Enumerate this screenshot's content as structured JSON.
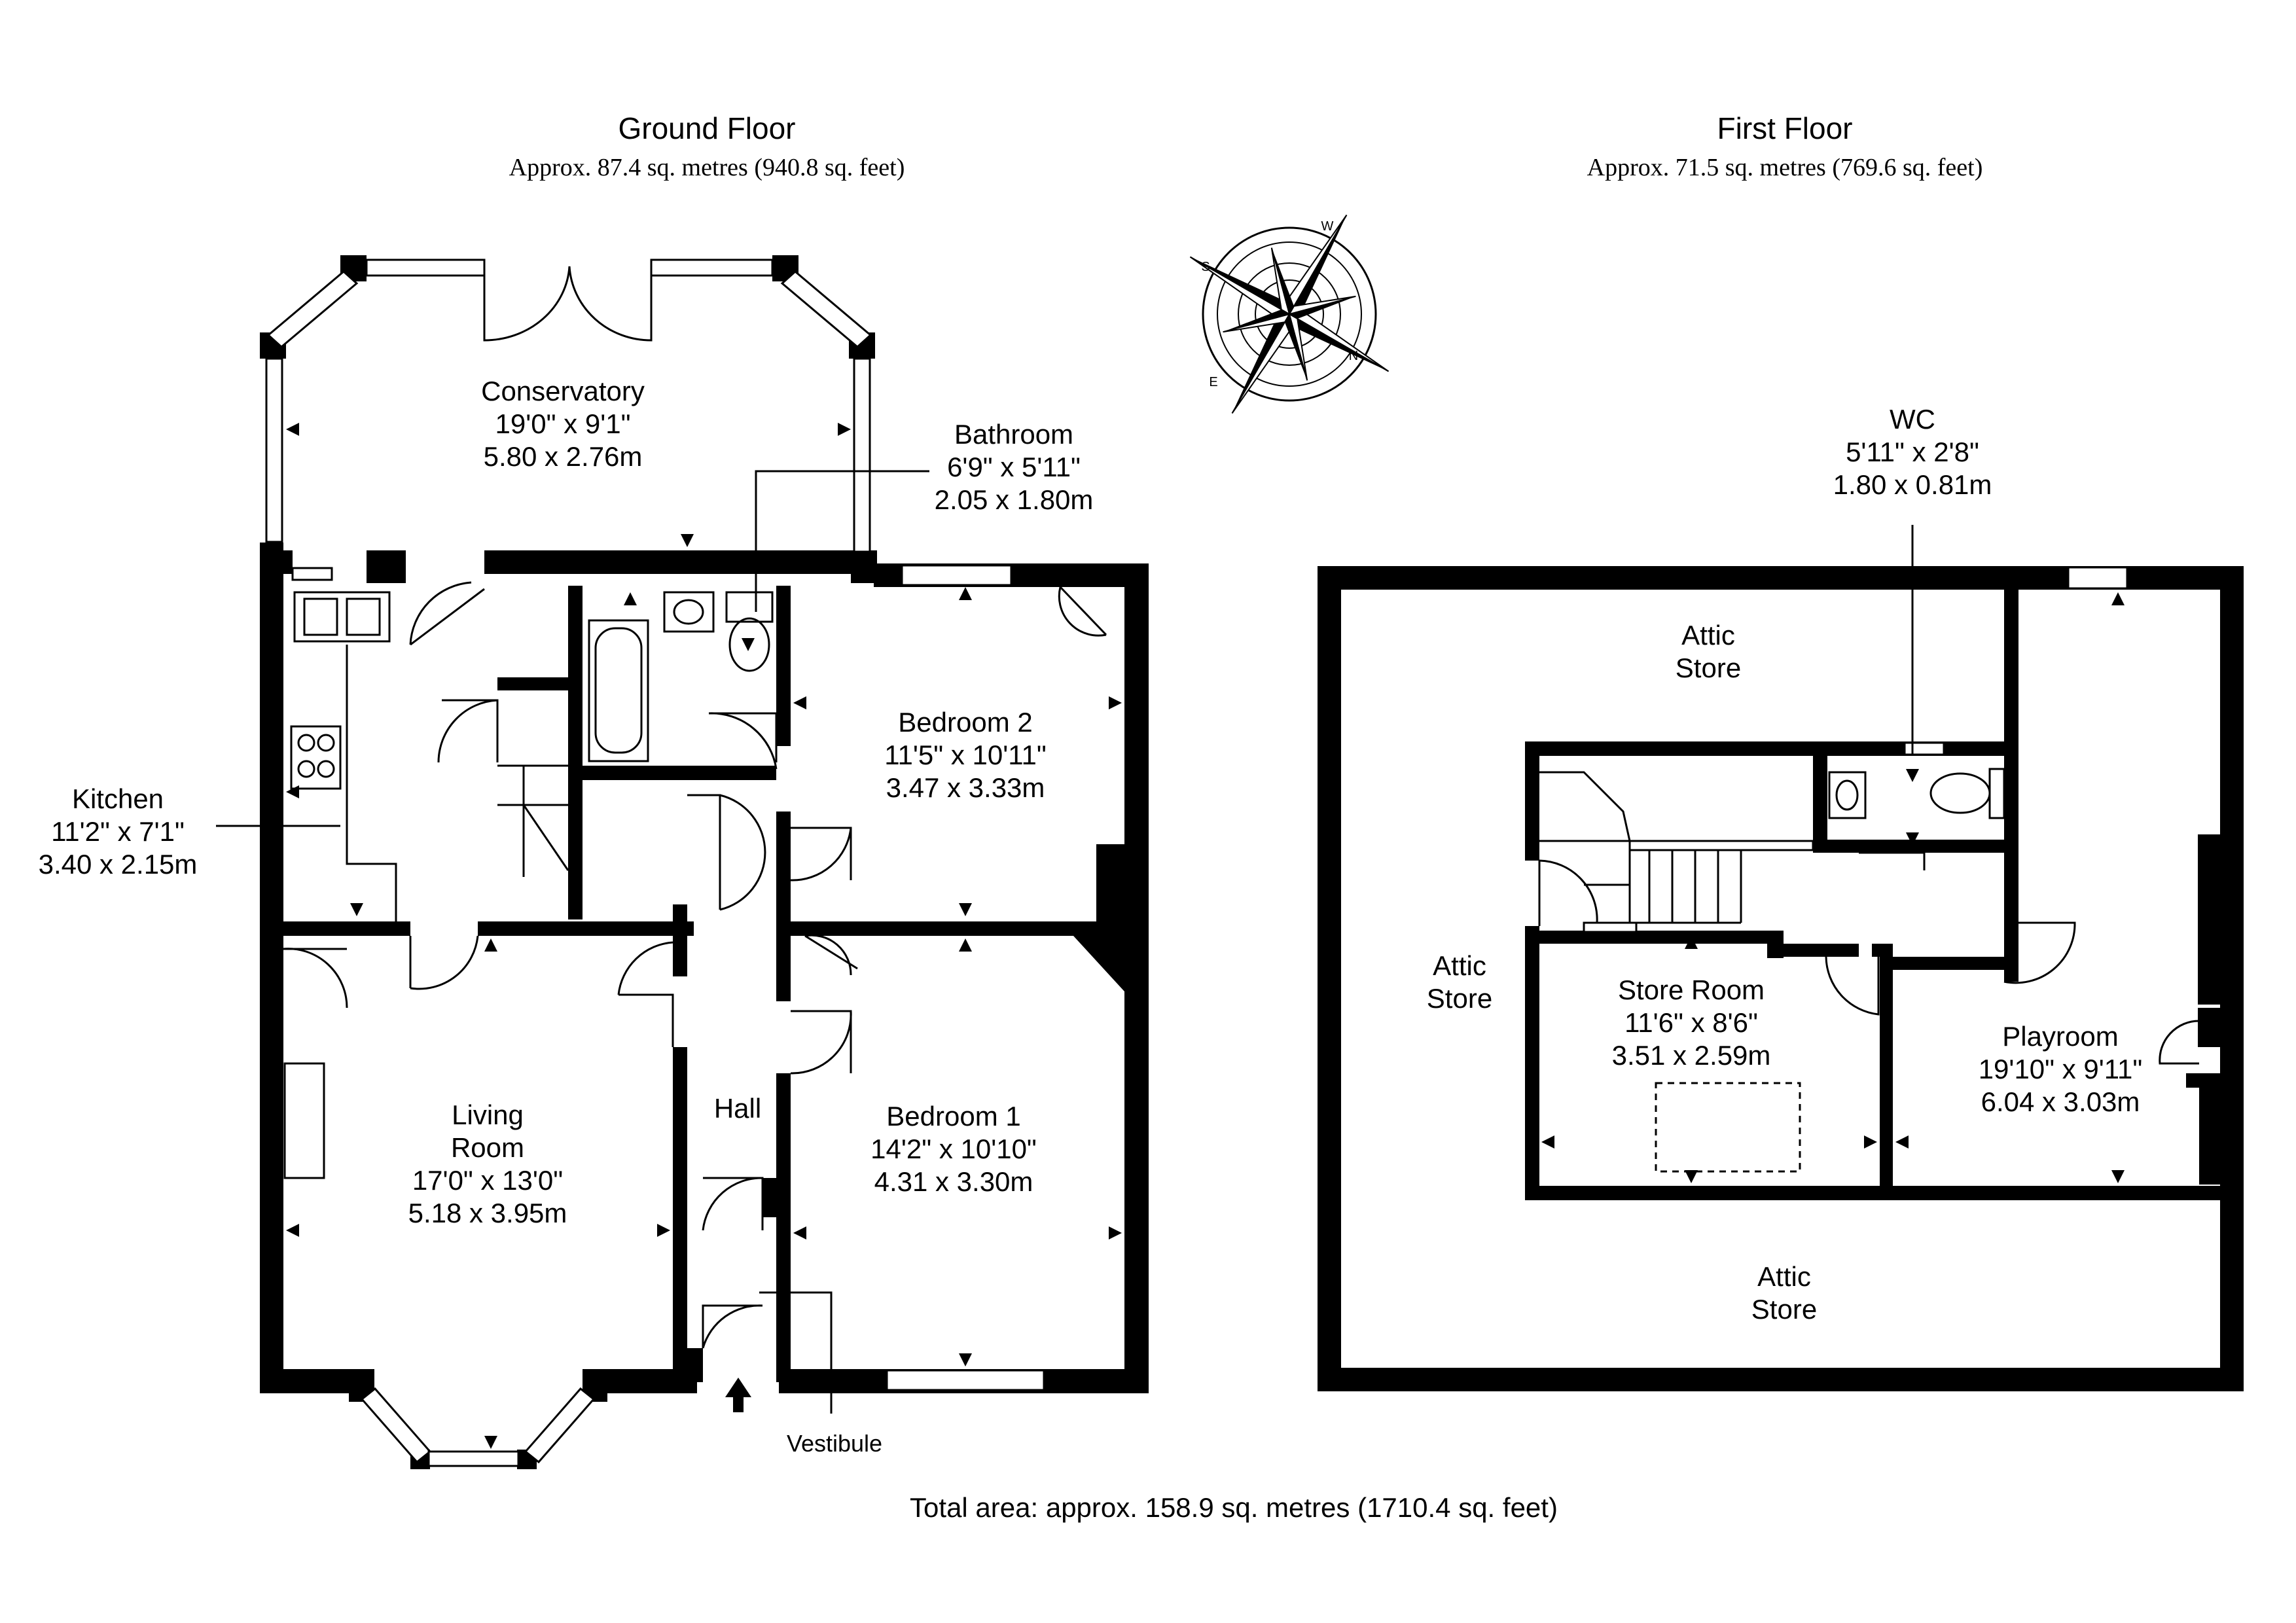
{
  "ground_floor": {
    "title": "Ground Floor",
    "area": "Approx. 87.4 sq. metres (940.8 sq. feet)",
    "rooms": {
      "conservatory": {
        "name": "Conservatory",
        "imperial": "19'0\" x 9'1\"",
        "metric": "5.80 x 2.76m"
      },
      "bathroom": {
        "name": "Bathroom",
        "imperial": "6'9\" x 5'11\"",
        "metric": "2.05 x 1.80m"
      },
      "kitchen": {
        "name": "Kitchen",
        "imperial": "11'2\" x 7'1\"",
        "metric": "3.40 x 2.15m"
      },
      "bedroom2": {
        "name": "Bedroom 2",
        "imperial": "11'5\" x 10'11\"",
        "metric": "3.47 x 3.33m"
      },
      "living": {
        "name_line1": "Living",
        "name_line2": "Room",
        "imperial": "17'0\" x 13'0\"",
        "metric": "5.18 x 3.95m"
      },
      "hall": {
        "name": "Hall"
      },
      "bedroom1": {
        "name": "Bedroom 1",
        "imperial": "14'2\" x 10'10\"",
        "metric": "4.31 x 3.30m"
      },
      "vestibule": {
        "name": "Vestibule"
      }
    }
  },
  "first_floor": {
    "title": "First Floor",
    "area": "Approx. 71.5 sq. metres (769.6 sq. feet)",
    "rooms": {
      "wc": {
        "name": "WC",
        "imperial": "5'11\" x 2'8\"",
        "metric": "1.80 x 0.81m"
      },
      "attic_top": {
        "line1": "Attic",
        "line2": "Store"
      },
      "attic_left": {
        "line1": "Attic",
        "line2": "Store"
      },
      "attic_bottom": {
        "line1": "Attic",
        "line2": "Store"
      },
      "store_room": {
        "name": "Store Room",
        "imperial": "11'6\" x 8'6\"",
        "metric": "3.51 x 2.59m"
      },
      "playroom": {
        "name": "Playroom",
        "imperial": "19'10\" x 9'11\"",
        "metric": "6.04 x 3.03m"
      }
    }
  },
  "compass": {
    "letters": [
      "N",
      "S",
      "E",
      "W"
    ]
  },
  "total_area": "Total area: approx. 158.9 sq. metres (1710.4 sq. feet)"
}
